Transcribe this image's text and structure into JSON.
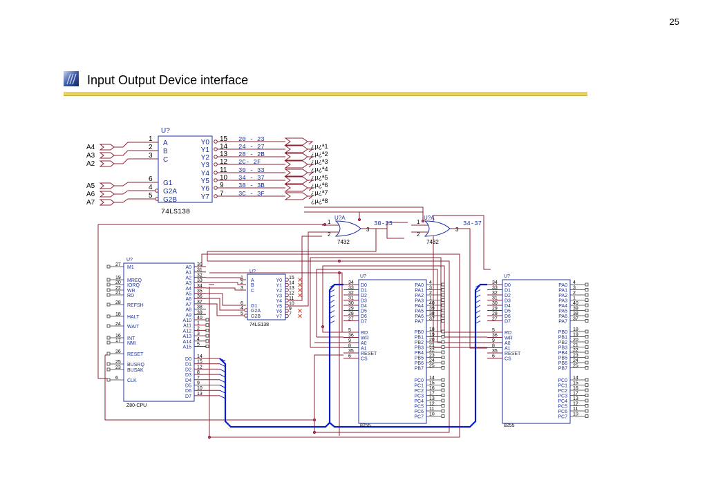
{
  "page": {
    "number": "25",
    "title": "Input Output Device interface"
  },
  "decoder1": {
    "ref": "U?",
    "part": "74LS138",
    "addr_in": [
      "A4",
      "A3",
      "A2"
    ],
    "en_in": [
      "A5",
      "A6",
      "A7"
    ],
    "in_pins": [
      {
        "num": "1",
        "name": "A"
      },
      {
        "num": "2",
        "name": "B"
      },
      {
        "num": "3",
        "name": "C"
      },
      {
        "num": "6",
        "name": "G1"
      },
      {
        "num": "4",
        "name": "G2A"
      },
      {
        "num": "5",
        "name": "G2B"
      }
    ],
    "outputs": [
      {
        "pin": "15",
        "name": "Y0",
        "range": "20 - 23",
        "port": "¿µ¿ª1"
      },
      {
        "pin": "14",
        "name": "Y1",
        "range": "24 - 27",
        "port": "¿µ¿ª2"
      },
      {
        "pin": "13",
        "name": "Y2",
        "range": "28 - 2B",
        "port": "¿µ¿ª3"
      },
      {
        "pin": "12",
        "name": "Y3",
        "range": "2C- 2F",
        "port": "¿µ¿ª4"
      },
      {
        "pin": "11",
        "name": "Y4",
        "range": "30 - 33",
        "port": "¿µ¿ª5"
      },
      {
        "pin": "10",
        "name": "Y5",
        "range": "34 - 37",
        "port": "¿µ¿ª6"
      },
      {
        "pin": "9",
        "name": "Y6",
        "range": "38 - 3B",
        "port": "¿µ¿ª7"
      },
      {
        "pin": "7",
        "name": "Y7",
        "range": "3C - 3F",
        "port": "¿µ¿ª8"
      }
    ]
  },
  "or_gates": [
    {
      "ref": "U?A",
      "part": "7432",
      "in1": "1",
      "in2": "2",
      "out": "3",
      "label": "30-33"
    },
    {
      "ref": "U?A",
      "part": "7432",
      "in1": "1",
      "in2": "2",
      "out": "3",
      "label": "34-37"
    }
  ],
  "cpu": {
    "ref": "U?",
    "part": "Z80-CPU",
    "left_pins": [
      {
        "num": "27",
        "name": "M1"
      },
      {
        "num": "19",
        "name": "MREQ"
      },
      {
        "num": "20",
        "name": "IORQ"
      },
      {
        "num": "22",
        "name": "WR"
      },
      {
        "num": "21",
        "name": "RD"
      },
      {
        "num": "28",
        "name": "REFSH"
      },
      {
        "num": "18",
        "name": "HALT"
      },
      {
        "num": "24",
        "name": "WAIT"
      },
      {
        "num": "16",
        "name": "INT"
      },
      {
        "num": "17",
        "name": "NMI"
      },
      {
        "num": "26",
        "name": "RESET"
      },
      {
        "num": "25",
        "name": "BUSRQ"
      },
      {
        "num": "23",
        "name": "BUSAK"
      },
      {
        "num": "6",
        "name": "CLK"
      }
    ],
    "addr_pins": [
      {
        "name": "A0",
        "num": "30"
      },
      {
        "name": "A1",
        "num": "31"
      },
      {
        "name": "A2",
        "num": "32"
      },
      {
        "name": "A3",
        "num": "33"
      },
      {
        "name": "A4",
        "num": "34"
      },
      {
        "name": "A5",
        "num": "35"
      },
      {
        "name": "A6",
        "num": "36"
      },
      {
        "name": "A7",
        "num": "37"
      },
      {
        "name": "A8",
        "num": "38"
      },
      {
        "name": "A9",
        "num": "39"
      },
      {
        "name": "A10",
        "num": "40"
      },
      {
        "name": "A11",
        "num": "1"
      },
      {
        "name": "A12",
        "num": "2"
      },
      {
        "name": "A13",
        "num": "3"
      },
      {
        "name": "A14",
        "num": "4"
      },
      {
        "name": "A15",
        "num": "5"
      }
    ],
    "data_pins": [
      {
        "name": "D0",
        "num": "14"
      },
      {
        "name": "D1",
        "num": "15"
      },
      {
        "name": "D2",
        "num": "12"
      },
      {
        "name": "D3",
        "num": "8"
      },
      {
        "name": "D4",
        "num": "7"
      },
      {
        "name": "D5",
        "num": "9"
      },
      {
        "name": "D6",
        "num": "10"
      },
      {
        "name": "D7",
        "num": "13"
      }
    ]
  },
  "decoder2": {
    "ref": "U?",
    "part": "74LS138",
    "in_pins": [
      {
        "num": "1",
        "name": "A"
      },
      {
        "num": "2",
        "name": "B"
      },
      {
        "num": "3",
        "name": "C"
      },
      {
        "num": "6",
        "name": "G1"
      },
      {
        "num": "4",
        "name": "G2A"
      },
      {
        "num": "5",
        "name": "G2B"
      }
    ],
    "out_pins": [
      {
        "name": "Y0",
        "num": "15"
      },
      {
        "name": "Y1",
        "num": "14"
      },
      {
        "name": "Y2",
        "num": "13"
      },
      {
        "name": "Y3",
        "num": "12"
      },
      {
        "name": "Y4",
        "num": "11"
      },
      {
        "name": "Y5",
        "num": "10"
      },
      {
        "name": "Y6",
        "num": "9"
      },
      {
        "name": "Y7",
        "num": "7"
      }
    ]
  },
  "ppi_left_labels": {
    "data": [
      {
        "name": "D0",
        "num": "34"
      },
      {
        "name": "D1",
        "num": "33"
      },
      {
        "name": "D2",
        "num": "32"
      },
      {
        "name": "D3",
        "num": "31"
      },
      {
        "name": "D4",
        "num": "30"
      },
      {
        "name": "D5",
        "num": "29"
      },
      {
        "name": "D6",
        "num": "28"
      },
      {
        "name": "D7",
        "num": "27"
      }
    ],
    "ctrl": [
      {
        "name": "RD",
        "num": "5"
      },
      {
        "name": "WR",
        "num": "36"
      },
      {
        "name": "A0",
        "num": "9"
      },
      {
        "name": "A1",
        "num": "8"
      },
      {
        "name": "RESET",
        "num": "35"
      },
      {
        "name": "CS",
        "num": "6"
      }
    ]
  },
  "ppi_ports": {
    "pa": [
      {
        "name": "PA0",
        "num": "4"
      },
      {
        "name": "PA1",
        "num": "3"
      },
      {
        "name": "PA2",
        "num": "2"
      },
      {
        "name": "PA3",
        "num": "1"
      },
      {
        "name": "PA4",
        "num": "40"
      },
      {
        "name": "PA5",
        "num": "39"
      },
      {
        "name": "PA6",
        "num": "38"
      },
      {
        "name": "PA7",
        "num": "37"
      }
    ],
    "pb": [
      {
        "name": "PB0",
        "num": "18"
      },
      {
        "name": "PB1",
        "num": "19"
      },
      {
        "name": "PB2",
        "num": "20"
      },
      {
        "name": "PB3",
        "num": "21"
      },
      {
        "name": "PB4",
        "num": "22"
      },
      {
        "name": "PB5",
        "num": "23"
      },
      {
        "name": "PB6",
        "num": "24"
      },
      {
        "name": "PB7",
        "num": "25"
      }
    ],
    "pc": [
      {
        "name": "PC0",
        "num": "14"
      },
      {
        "name": "PC1",
        "num": "15"
      },
      {
        "name": "PC2",
        "num": "16"
      },
      {
        "name": "PC3",
        "num": "17"
      },
      {
        "name": "PC4",
        "num": "13"
      },
      {
        "name": "PC5",
        "num": "12"
      },
      {
        "name": "PC6",
        "num": "11"
      },
      {
        "name": "PC7",
        "num": "10"
      }
    ]
  },
  "ppi1": {
    "ref": "U?",
    "part": "8255"
  },
  "ppi2": {
    "ref": "U?",
    "part": "8255"
  },
  "colors": {
    "wire": "#8b2030",
    "chip": "#1a2f9c",
    "pin_text": "#1a2f9c",
    "label": "#000000",
    "bus": "#0a1cc8",
    "accent": "#e8d25a"
  }
}
